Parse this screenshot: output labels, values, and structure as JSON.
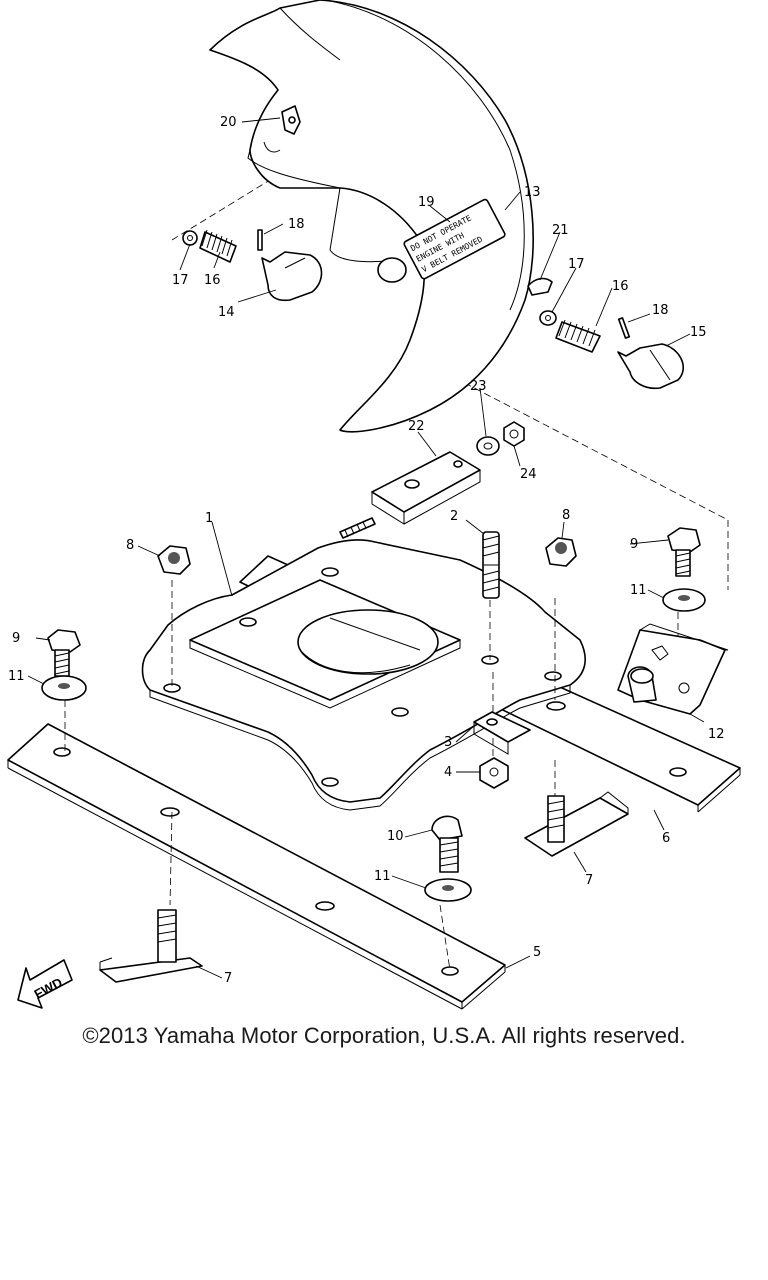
{
  "copyright": "©2013 Yamaha Motor Corporation, U.S.A. All rights reserved.",
  "fwd_mark": "FWD",
  "decal_text": [
    "DO NOT OPERATE",
    "ENGINE WITH",
    "V BELT REMOVED"
  ],
  "callouts": [
    "1",
    "2",
    "3",
    "4",
    "5",
    "6",
    "7",
    "7",
    "8",
    "8",
    "9",
    "9",
    "10",
    "11",
    "11",
    "11",
    "12",
    "13",
    "14",
    "15",
    "16",
    "16",
    "17",
    "17",
    "18",
    "18",
    "19",
    "20",
    "21",
    "22",
    "23",
    "24"
  ]
}
